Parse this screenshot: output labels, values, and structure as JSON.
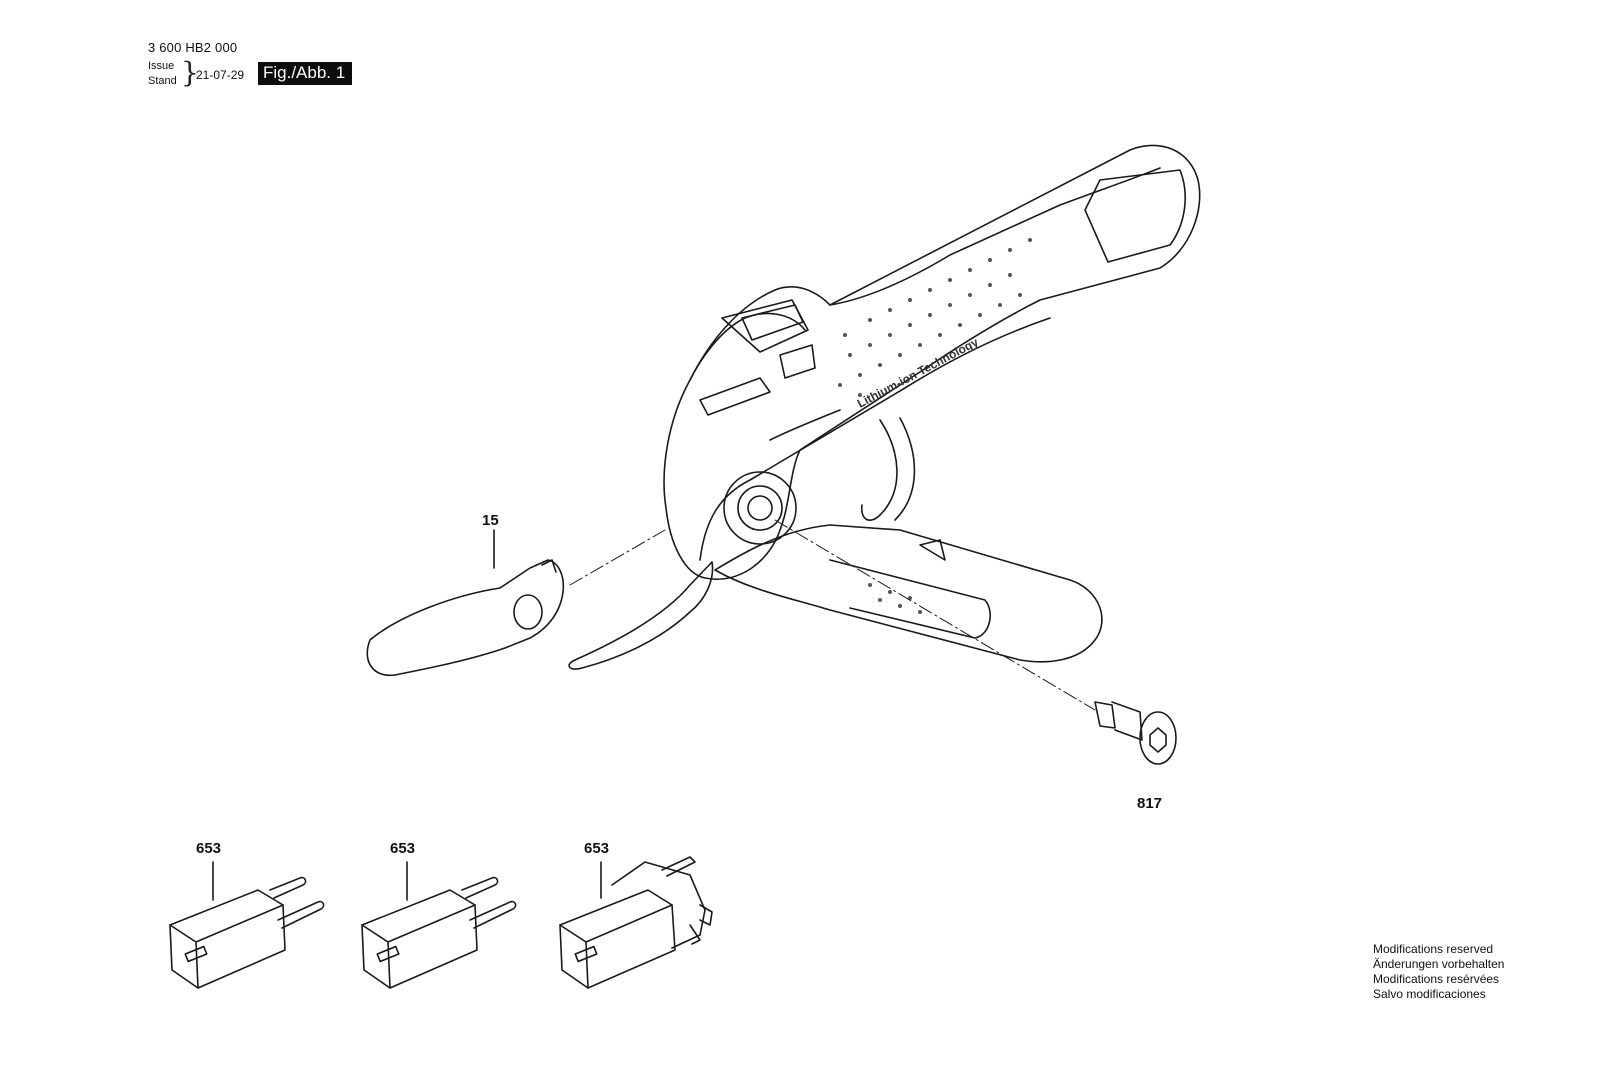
{
  "header": {
    "doc_number": "3 600 HB2 000",
    "issue_label": "Issue",
    "stand_label": "Stand",
    "issue_date": "21-07-29",
    "figure_label": "Fig./Abb. 1"
  },
  "parts": {
    "blade_15": "15",
    "bolt_817": "817",
    "charger_eu_1": "653",
    "charger_eu_2": "653",
    "charger_uk": "653"
  },
  "product_print": "Lithium-ion Technology",
  "notes": {
    "line1": "Modifications reserved",
    "line2": "Änderungen vorbehalten",
    "line3": "Modifications resérvées",
    "line4": "Salvo modificaciones"
  }
}
